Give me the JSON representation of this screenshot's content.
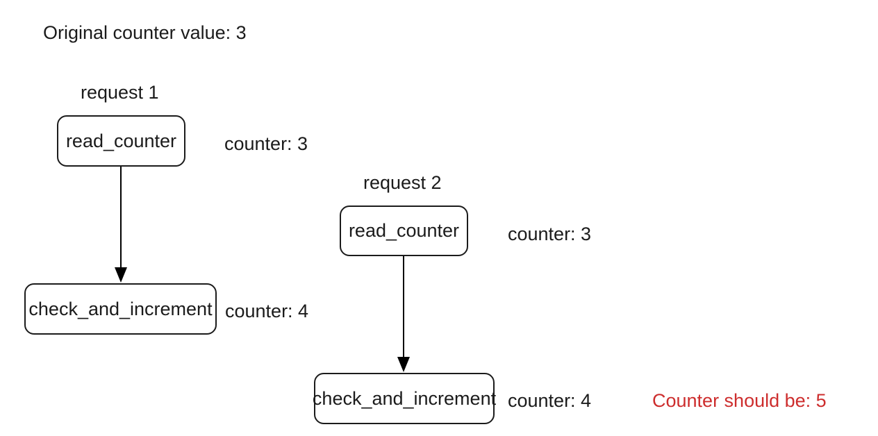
{
  "page": {
    "title": "Original counter value: 3",
    "background": "#ffffff"
  },
  "colors": {
    "text": "#1b1b1b",
    "box_border": "#1b1b1b",
    "arrow": "#000000",
    "alert": "#cd2d2d"
  },
  "diagram": {
    "requests": [
      {
        "label": "request 1",
        "steps": [
          {
            "box": "read_counter",
            "annotation": "counter: 3"
          },
          {
            "box": "check_and_increment",
            "annotation": "counter: 4"
          }
        ]
      },
      {
        "label": "request 2",
        "steps": [
          {
            "box": "read_counter",
            "annotation": "counter: 3"
          },
          {
            "box": "check_and_increment",
            "annotation": "counter: 4"
          }
        ]
      }
    ],
    "conclusion": "Counter should be: 5"
  }
}
